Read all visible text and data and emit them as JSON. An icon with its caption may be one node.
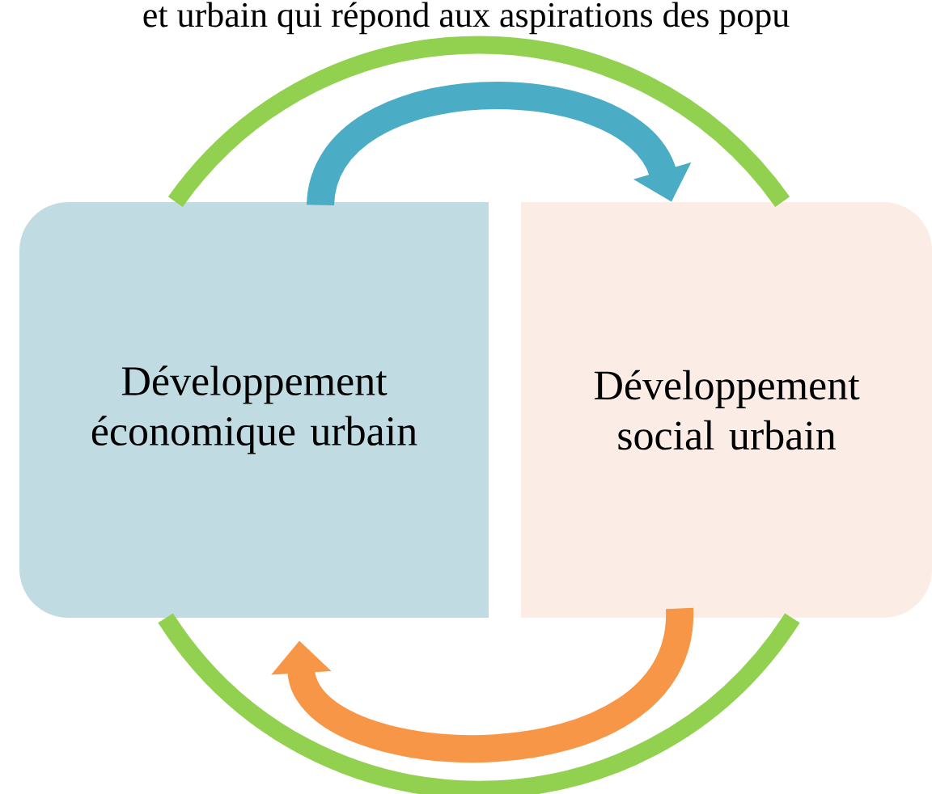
{
  "diagram": {
    "nodes": [
      {
        "text": [
          "Développement économique urbain"
        ]
      },
      {
        "text": [
          "Développement social urbain"
        ]
      }
    ],
    "edges": [
      {
        "from": 0,
        "to": 1,
        "arrow": "to",
        "color": "#4bacc6"
      },
      {
        "from": 1,
        "to": 0,
        "arrow": "to",
        "color": "#f79646"
      },
      {
        "from": 0,
        "to": 1,
        "arrow": "none",
        "color": "#92d050"
      },
      {
        "from": 1,
        "to": 0,
        "arrow": "none",
        "color": "#92d050"
      }
    ],
    "labels": [
      "et urbain qui répond aux aspirations des popu"
    ]
  }
}
